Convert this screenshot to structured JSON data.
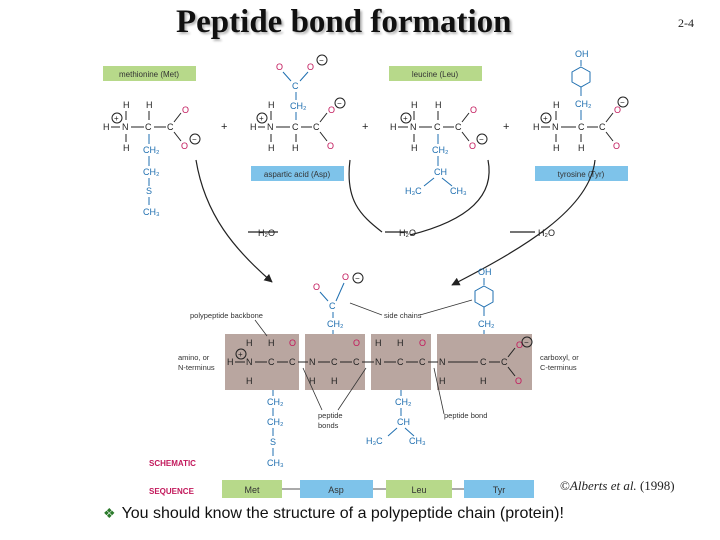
{
  "slide": {
    "title": "Peptide bond formation",
    "number": "2-4",
    "credit_symbol": "©",
    "credit_authors": "Alberts et al.",
    "credit_year": " (1998)",
    "bullet_text": "You should know the structure of a polypeptide chain (protein)!"
  },
  "diagram": {
    "amino_acids": [
      {
        "label": "methionine (Met)"
      },
      {
        "label": "aspartic acid (Asp)"
      },
      {
        "label": "leucine (Leu)"
      },
      {
        "label": "tyrosine (Tyr)"
      }
    ],
    "water_label": "H₂O",
    "annotations": {
      "backbone": "polypeptide backbone",
      "side_chains": "side chains",
      "amino_terminus_1": "amino, or",
      "amino_terminus_2": "N-terminus",
      "carboxyl_terminus_1": "carboxyl, or",
      "carboxyl_terminus_2": "C-terminus",
      "peptide_bonds_1": "peptide",
      "peptide_bonds_2": "bonds",
      "peptide_bond": "peptide bond"
    },
    "schematic_label": "SCHEMATIC",
    "sequence_label": "SEQUENCE",
    "sequence": [
      "Met",
      "Asp",
      "Leu",
      "Tyr"
    ],
    "colors": {
      "green_label": "#b7d98a",
      "blue_label": "#7ec3ea",
      "backbone_box": "#b9a6a0",
      "chem_blue": "#1f6fb0",
      "accent_magenta": "#c2185b"
    }
  }
}
